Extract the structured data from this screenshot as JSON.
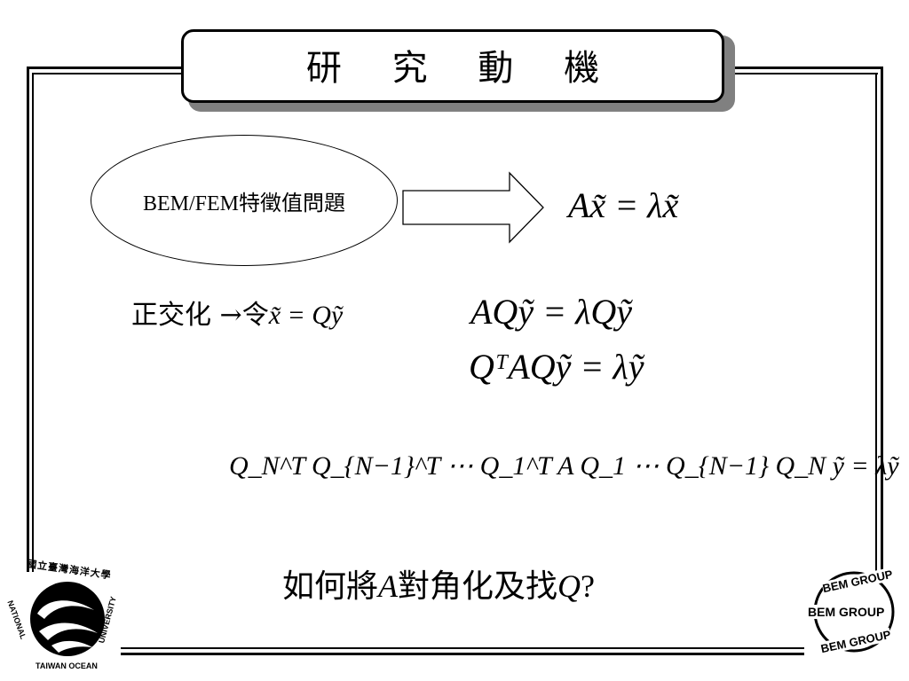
{
  "title": "研 究 動 機",
  "ellipse_label": "BEM/FEM特徵值問題",
  "eq_main": "Ax̃ = λx̃",
  "ortho_label": "正交化",
  "ortho_arrow": "→",
  "ortho_let": "令",
  "ortho_eq": "x̃ = Qỹ",
  "eq_aq": "AQỹ = λQỹ",
  "eq_qtaq": "QᵀAQỹ = λỹ",
  "eq_chain": "Q_N^T Q_{N−1}^T ⋯ Q_1^T A Q_1 ⋯ Q_{N−1} Q_N ỹ = λỹ",
  "question_pre": "如何將",
  "question_A": "A",
  "question_mid": "對角化及找",
  "question_Q": "Q",
  "question_end": "?",
  "left_logo": {
    "top_text": "國立臺灣海洋大學",
    "left_text": "NATIONAL",
    "bottom_text": "TAIWAN OCEAN",
    "right_text": "UNIVERSITY"
  },
  "right_logo": {
    "top_text": "BEM GROUP",
    "middle_text": "BEM GROUP",
    "bottom_text": "BEM GROUP"
  }
}
